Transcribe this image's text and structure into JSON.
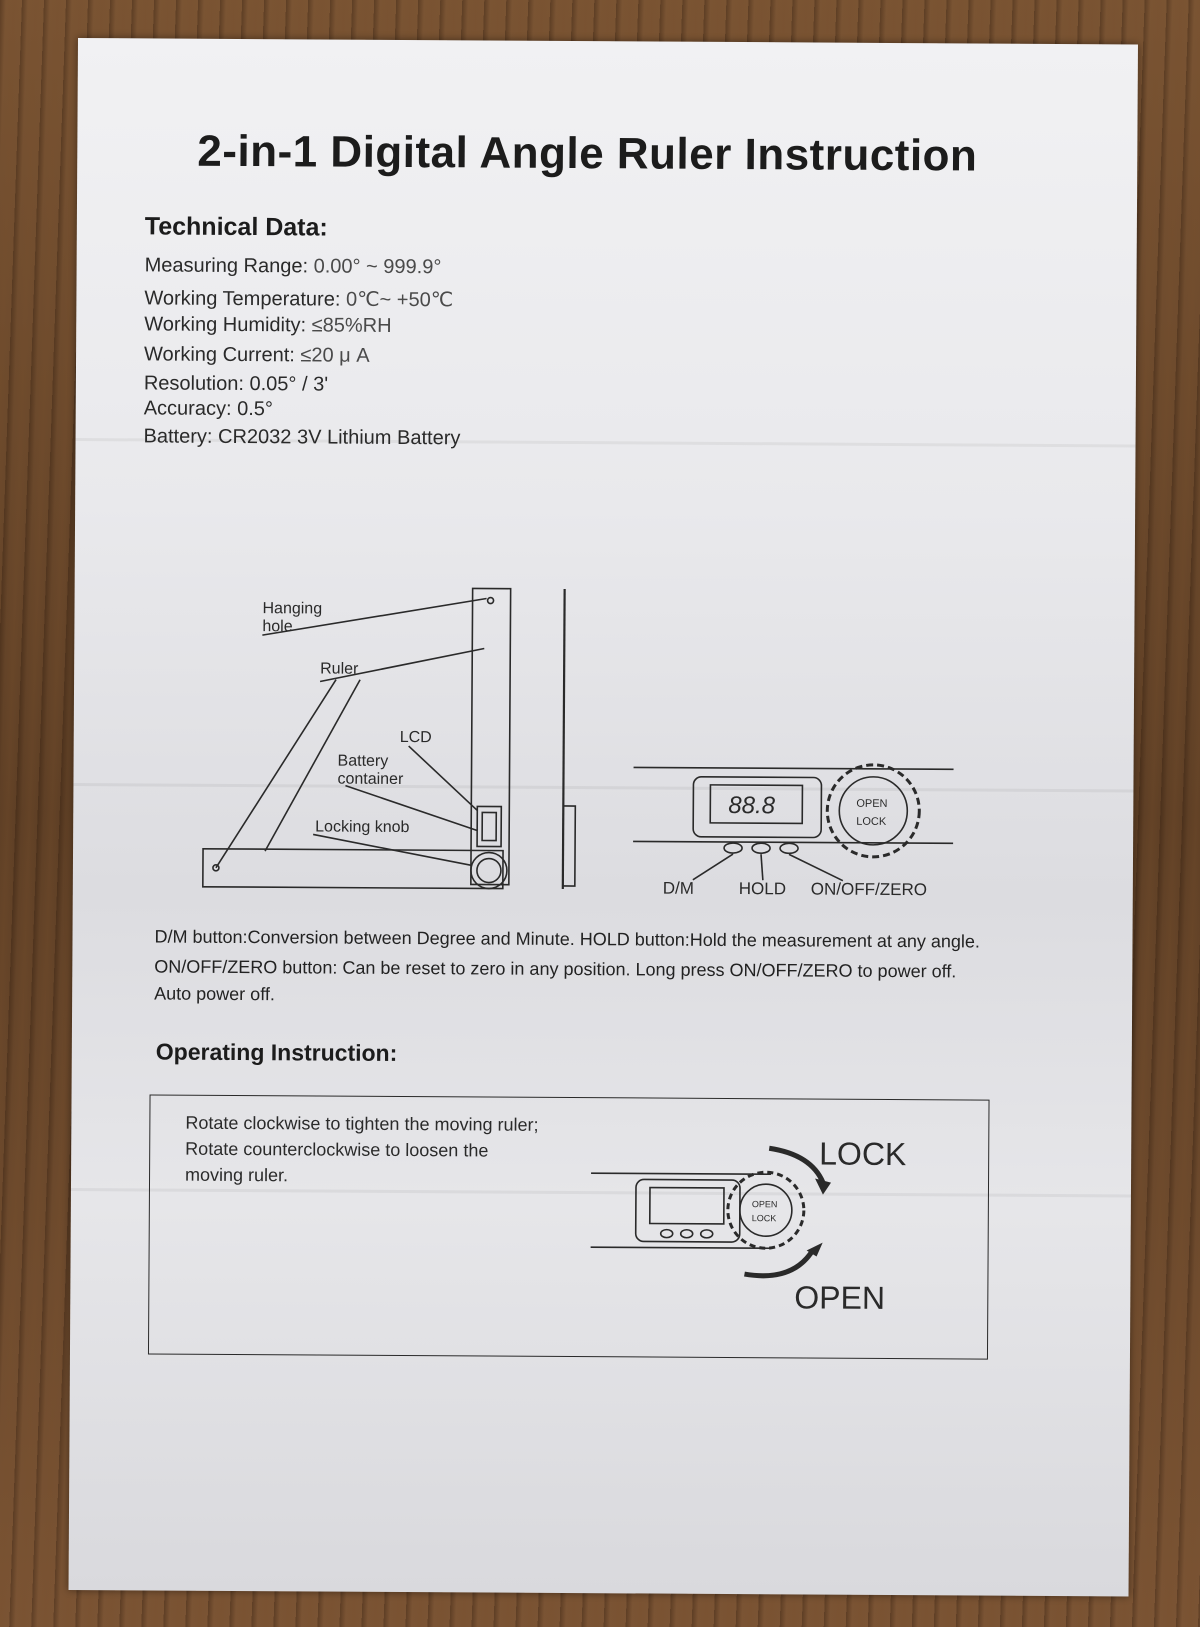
{
  "title": "2-in-1 Digital Angle Ruler Instruction",
  "technical": {
    "heading": "Technical Data:",
    "specs": [
      {
        "label": "Measuring Range:",
        "value": "0.00° ~ 999.9°"
      },
      {
        "label": "Working Temperature:",
        "value": "0℃~ +50℃"
      },
      {
        "label": "Working Humidity:",
        "value": "≤85%RH"
      },
      {
        "label": "Working Current:",
        "value": "≤20 μ A"
      },
      {
        "label": "Resolution:",
        "value": "0.05° / 3'"
      },
      {
        "label": "Accuracy:",
        "value": "0.5°"
      },
      {
        "label": "Battery:",
        "value": "CR2032 3V Lithium Battery"
      }
    ]
  },
  "diagram": {
    "hanging_hole_1": "Hanging",
    "hanging_hole_2": "hole",
    "ruler": "Ruler",
    "lcd": "LCD",
    "battery_1": "Battery",
    "battery_2": "container",
    "locking_knob": "Locking knob",
    "lcd_reading": "88.8",
    "knob_open": "OPEN",
    "knob_lock": "LOCK",
    "btn_dm": "D/M",
    "btn_hold": "HOLD",
    "btn_onoff": "ON/OFF/ZERO"
  },
  "description": {
    "line1": "D/M button:Conversion between Degree and Minute.  HOLD button:Hold the measurement at any angle.",
    "line2": "ON/OFF/ZERO button: Can be reset to zero in any position. Long press ON/OFF/ZERO to power off.",
    "line3": "Auto power off."
  },
  "operating": {
    "heading": "Operating Instruction:",
    "line1": "Rotate clockwise to tighten the moving ruler;",
    "line2": "Rotate counterclockwise to loosen the",
    "line3": "moving ruler.",
    "lock": "LOCK",
    "open": "OPEN",
    "knob_open": "OPEN",
    "knob_lock": "LOCK"
  }
}
